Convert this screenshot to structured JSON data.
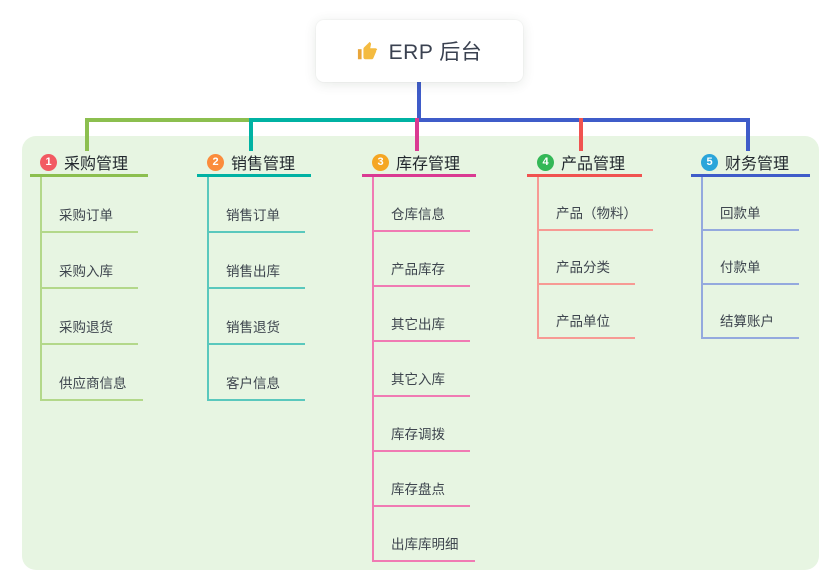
{
  "root": {
    "title": "ERP 后台",
    "icon": "thumbs-up-icon"
  },
  "colors": {
    "panel_bg": "#e7f5e2",
    "root_connector": "#3f5cc9",
    "card_bg": "#ffffff",
    "root_text": "#3a4150",
    "label_text": "#23292f",
    "child_text": "#3e454e"
  },
  "branches": [
    {
      "badge": "1",
      "label": "采购管理",
      "badge_color": "#f25a62",
      "color": "#8cbf4f",
      "light": "#b3d88a",
      "children": [
        "采购订单",
        "采购入库",
        "采购退货",
        "供应商信息"
      ]
    },
    {
      "badge": "2",
      "label": "销售管理",
      "badge_color": "#fb8c3c",
      "color": "#00b2a3",
      "light": "#5ac8bd",
      "children": [
        "销售订单",
        "销售出库",
        "销售退货",
        "客户信息"
      ]
    },
    {
      "badge": "3",
      "label": "库存管理",
      "badge_color": "#f5a623",
      "color": "#da3a92",
      "light": "#f07ab3",
      "children": [
        "仓库信息",
        "产品库存",
        "其它出库",
        "其它入库",
        "库存调拨",
        "库存盘点",
        "出库库明细"
      ]
    },
    {
      "badge": "4",
      "label": "产品管理",
      "badge_color": "#34b857",
      "color": "#f05350",
      "light": "#f79a94",
      "children": [
        "产品（物料）",
        "产品分类",
        "产品单位"
      ]
    },
    {
      "badge": "5",
      "label": "财务管理",
      "badge_color": "#2aa5da",
      "color": "#3f5cc9",
      "light": "#94a9de",
      "children": [
        "回款单",
        "付款单",
        "结算账户"
      ]
    }
  ]
}
